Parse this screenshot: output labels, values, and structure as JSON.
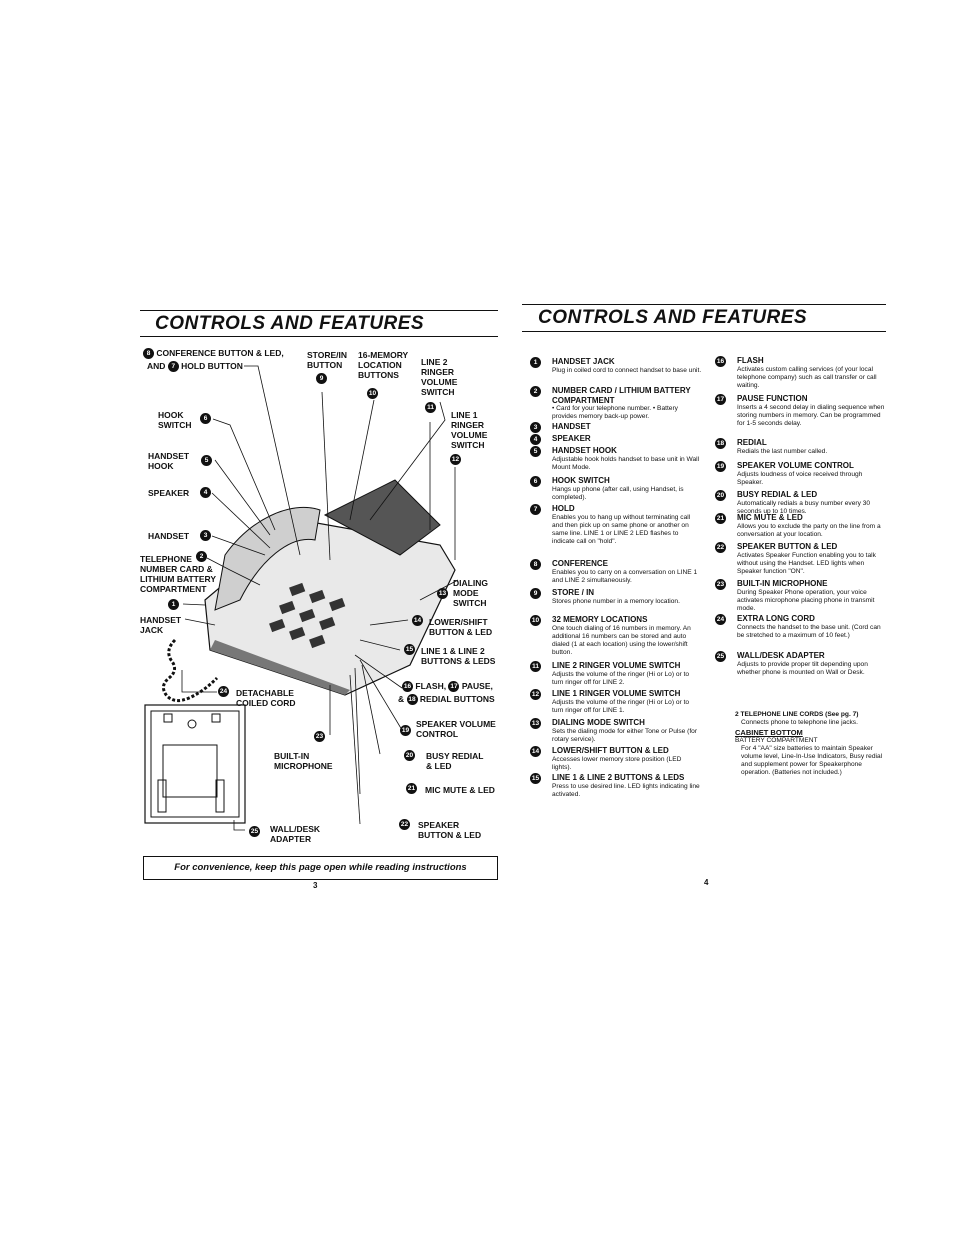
{
  "left": {
    "title": "CONTROLS AND FEATURES",
    "callouts": {
      "conference": "CONFERENCE BUTTON & LED,",
      "and": "AND",
      "hold": "HOLD BUTTON",
      "store_in": "STORE/IN BUTTON",
      "memory16": "16-MEMORY LOCATION BUTTONS",
      "line2_ringer": "LINE 2 RINGER VOLUME SWITCH",
      "line1_ringer": "LINE 1 RINGER VOLUME SWITCH",
      "hook_switch": "HOOK SWITCH",
      "handset_hook": "HANDSET HOOK",
      "speaker": "SPEAKER",
      "handset": "HANDSET",
      "telephone_card": "TELEPHONE NUMBER CARD & LITHIUM BATTERY COMPARTMENT",
      "handset_jack": "HANDSET JACK",
      "dialing_mode": "DIALING MODE SWITCH",
      "lower_shift": "LOWER/SHIFT BUTTON & LED",
      "line_buttons": "LINE 1 & LINE 2 BUTTONS & LEDs",
      "flash": "FLASH,",
      "pause": "PAUSE,",
      "amp": "&",
      "redial": "REDIAL BUTTONS",
      "speaker_volume": "SPEAKER VOLUME CONTROL",
      "busy_redial": "BUSY REDIAL & LED",
      "mic_mute": "MIC MUTE & LED",
      "speaker_button": "SPEAKER BUTTON & LED",
      "detachable": "DETACHABLE COILED CORD",
      "builtin_mic": "BUILT-IN MICROPHONE",
      "wall_desk": "WALL/DESK ADAPTER"
    },
    "numbers": {
      "n1": "1",
      "n2": "2",
      "n3": "3",
      "n4": "4",
      "n5": "5",
      "n6": "6",
      "n7": "7",
      "n8": "8",
      "n9": "9",
      "n10": "10",
      "n11": "11",
      "n12": "12",
      "n13": "13",
      "n14": "14",
      "n15": "15",
      "n16": "16",
      "n17": "17",
      "n18": "18",
      "n19": "19",
      "n20": "20",
      "n21": "21",
      "n22": "22",
      "n23": "23",
      "n24": "24",
      "n25": "25"
    },
    "banner": "For convenience, keep this page open while reading instructions",
    "page_number": "3"
  },
  "right": {
    "title": "CONTROLS AND FEATURES",
    "page_number": "4",
    "col1": [
      {
        "n": "1",
        "h": "HANDSET JACK",
        "d": "Plug in coiled cord to connect handset to base unit."
      },
      {
        "n": "2",
        "h": "NUMBER CARD / LITHIUM BATTERY COMPARTMENT",
        "d": "• Card for your telephone number. • Battery provides memory back-up power."
      },
      {
        "n": "3",
        "h": "HANDSET",
        "d": ""
      },
      {
        "n": "4",
        "h": "SPEAKER",
        "d": ""
      },
      {
        "n": "5",
        "h": "HANDSET HOOK",
        "d": "Adjustable hook holds handset to base unit in Wall Mount Mode."
      },
      {
        "n": "6",
        "h": "HOOK SWITCH",
        "d": "Hangs up phone (after call, using Handset, is completed)."
      },
      {
        "n": "7",
        "h": "HOLD",
        "d": "Enables you to hang up without terminating call and then pick up on same phone or another on same line. LINE 1 or LINE 2 LED flashes to indicate call on \"hold\"."
      },
      {
        "n": "8",
        "h": "CONFERENCE",
        "d": "Enables you to carry on a conversation on LINE 1 and LINE 2 simultaneously."
      },
      {
        "n": "9",
        "h": "STORE / IN",
        "d": "Stores phone number in a memory location."
      },
      {
        "n": "10",
        "h": "32 MEMORY LOCATIONS",
        "d": "One touch dialing of 16 numbers in memory. An additional 16 numbers can be stored and auto dialed (1 at each location) using the lower/shift button."
      },
      {
        "n": "11",
        "h": "LINE 2 RINGER VOLUME SWITCH",
        "d": "Adjusts the volume of the ringer (Hi or Lo) or to turn ringer off for LINE 2."
      },
      {
        "n": "12",
        "h": "LINE 1 RINGER VOLUME SWITCH",
        "d": "Adjusts the volume of the ringer (Hi or Lo) or to turn ringer off for LINE 1."
      },
      {
        "n": "13",
        "h": "DIALING MODE SWITCH",
        "d": "Sets the dialing mode for either Tone or Pulse (for rotary service)."
      },
      {
        "n": "14",
        "h": "LOWER/SHIFT BUTTON & LED",
        "d": "Accesses lower memory store position (LED lights)."
      },
      {
        "n": "15",
        "h": "LINE 1 & LINE 2 BUTTONS & LEDs",
        "d": "Press to use desired line. LED lights indicating line activated."
      }
    ],
    "col2": [
      {
        "n": "16",
        "h": "FLASH",
        "d": "Activates custom calling services (of your local telephone company) such as call transfer or call waiting."
      },
      {
        "n": "17",
        "h": "PAUSE FUNCTION",
        "d": "Inserts a 4 second delay in dialing sequence when storing numbers in memory. Can be programmed for 1-5 seconds delay."
      },
      {
        "n": "18",
        "h": "REDIAL",
        "d": "Redials the last number called."
      },
      {
        "n": "19",
        "h": "SPEAKER VOLUME CONTROL",
        "d": "Adjusts loudness of voice received through Speaker."
      },
      {
        "n": "20",
        "h": "BUSY REDIAL & LED",
        "d": "Automatically redials a busy number every 30 seconds up to 10 times."
      },
      {
        "n": "21",
        "h": "MIC MUTE & LED",
        "d": "Allows you to exclude the party on the line from a conversation at your location."
      },
      {
        "n": "22",
        "h": "SPEAKER BUTTON & LED",
        "d": "Activates Speaker Function enabling you to talk without using the Handset. LED lights when Speaker function \"ON\"."
      },
      {
        "n": "23",
        "h": "BUILT-IN MICROPHONE",
        "d": "During Speaker Phone operation, your voice activates microphone placing phone in transmit mode."
      },
      {
        "n": "24",
        "h": "EXTRA LONG CORD",
        "d": "Connects the handset to the base unit. (Cord can be stretched to a maximum of 10 feet.)"
      },
      {
        "n": "25",
        "h": "WALL/DESK ADAPTER",
        "d": "Adjusts to provide proper tilt depending upon whether phone is mounted on Wall or Desk."
      }
    ],
    "extras": {
      "cords_h": "2 TELEPHONE LINE CORDS (See pg. 7)",
      "cords_d": "Connects phone to telephone line jacks.",
      "cabinet_h": "CABINET BOTTOM",
      "battery_h": "BATTERY COMPARTMENT",
      "battery_d": "For 4 \"AA\" size batteries to maintain Speaker volume level, Line-In-Use Indicators, Busy redial and supplement power for Speakerphone operation. (Batteries not included.)"
    }
  }
}
